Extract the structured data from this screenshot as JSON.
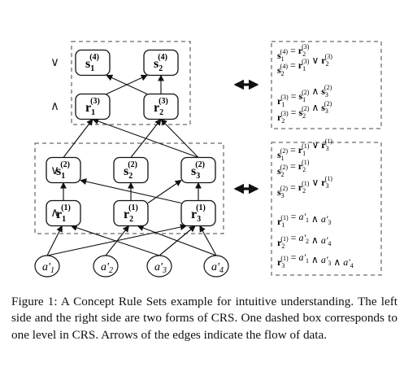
{
  "figure": {
    "level_symbols": {
      "or": "∨",
      "and": "∧"
    },
    "upper_level": {
      "s_nodes": [
        {
          "base": "s",
          "sub": "1",
          "sup": "(4)"
        },
        {
          "base": "s",
          "sub": "2",
          "sup": "(4)"
        }
      ],
      "r_nodes": [
        {
          "base": "r",
          "sub": "1",
          "sup": "(3)"
        },
        {
          "base": "r",
          "sub": "2",
          "sup": "(3)"
        }
      ],
      "rules": [
        {
          "lhs": {
            "b": "s",
            "sub": "1",
            "sup": "(4)"
          },
          "rhs": [
            {
              "b": "r",
              "sub": "2",
              "sup": "(3)"
            }
          ],
          "op": ""
        },
        {
          "lhs": {
            "b": "s",
            "sub": "2",
            "sup": "(4)"
          },
          "rhs": [
            {
              "b": "r",
              "sub": "1",
              "sup": "(3)"
            },
            {
              "b": "r",
              "sub": "2",
              "sup": "(3)"
            }
          ],
          "op": "∨"
        },
        {
          "lhs": {
            "b": "r",
            "sub": "1",
            "sup": "(3)"
          },
          "rhs": [
            {
              "b": "s",
              "sub": "1",
              "sup": "(2)"
            },
            {
              "b": "s",
              "sub": "3",
              "sup": "(2)"
            }
          ],
          "op": "∧"
        },
        {
          "lhs": {
            "b": "r",
            "sub": "2",
            "sup": "(3)"
          },
          "rhs": [
            {
              "b": "s",
              "sub": "2",
              "sup": "(2)"
            },
            {
              "b": "s",
              "sub": "3",
              "sup": "(2)"
            }
          ],
          "op": "∧"
        }
      ]
    },
    "lower_level": {
      "s_nodes": [
        {
          "base": "s",
          "sub": "1",
          "sup": "(2)"
        },
        {
          "base": "s",
          "sub": "2",
          "sup": "(2)"
        },
        {
          "base": "s",
          "sub": "3",
          "sup": "(2)"
        }
      ],
      "r_nodes": [
        {
          "base": "r",
          "sub": "1",
          "sup": "(1)"
        },
        {
          "base": "r",
          "sub": "2",
          "sup": "(1)"
        },
        {
          "base": "r",
          "sub": "3",
          "sup": "(1)"
        }
      ],
      "rules": [
        {
          "lhs": {
            "b": "s",
            "sub": "1",
            "sup": "(2)"
          },
          "rhs": [
            {
              "b": "r",
              "sub": "1",
              "sup": "(1)"
            },
            {
              "b": "r",
              "sub": "3",
              "sup": "(1)"
            }
          ],
          "op": "∨"
        },
        {
          "lhs": {
            "b": "s",
            "sub": "2",
            "sup": "(2)"
          },
          "rhs": [
            {
              "b": "r",
              "sub": "2",
              "sup": "(1)"
            }
          ],
          "op": ""
        },
        {
          "lhs": {
            "b": "s",
            "sub": "3",
            "sup": "(2)"
          },
          "rhs": [
            {
              "b": "r",
              "sub": "2",
              "sup": "(1)"
            },
            {
              "b": "r",
              "sub": "3",
              "sup": "(1)"
            }
          ],
          "op": "∨"
        },
        {
          "lhs": {
            "b": "r",
            "sub": "1",
            "sup": "(1)"
          },
          "rhs": [
            {
              "b": "a'",
              "sub": "1",
              "sup": ""
            },
            {
              "b": "a'",
              "sub": "3",
              "sup": ""
            }
          ],
          "op": "∧"
        },
        {
          "lhs": {
            "b": "r",
            "sub": "2",
            "sup": "(1)"
          },
          "rhs": [
            {
              "b": "a'",
              "sub": "2",
              "sup": ""
            },
            {
              "b": "a'",
              "sub": "4",
              "sup": ""
            }
          ],
          "op": "∧"
        },
        {
          "lhs": {
            "b": "r",
            "sub": "3",
            "sup": "(1)"
          },
          "rhs": [
            {
              "b": "a'",
              "sub": "1",
              "sup": ""
            },
            {
              "b": "a'",
              "sub": "3",
              "sup": ""
            },
            {
              "b": "a'",
              "sub": "4",
              "sup": ""
            }
          ],
          "op": "∧"
        }
      ]
    },
    "leaf_nodes": [
      {
        "base": "a'",
        "sub": "1"
      },
      {
        "base": "a'",
        "sub": "2"
      },
      {
        "base": "a'",
        "sub": "3"
      },
      {
        "base": "a'",
        "sub": "4"
      }
    ]
  },
  "caption": {
    "text": "Figure 1: A Concept Rule Sets example for intuitive understanding. The left side and the right side are two forms of CRS. One dashed box corresponds to one level in CRS. Arrows of the edges indicate the flow of data."
  }
}
